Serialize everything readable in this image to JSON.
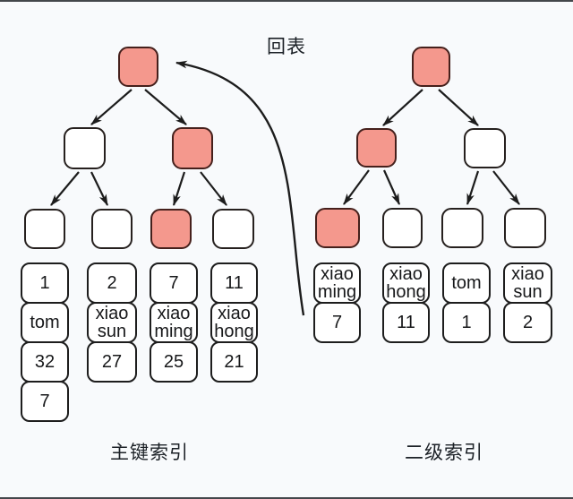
{
  "diagram": {
    "back_to_table_label": "回表",
    "type": "btree-index-comparison"
  },
  "colors": {
    "highlight_fill": "#f4988d",
    "node_border": "#26201e",
    "line": "#1c1c1c",
    "background": "#f8fafc"
  },
  "primary_index": {
    "label": "主键索引",
    "leaf_columns": [
      {
        "cells": [
          "1",
          "tom",
          "32",
          "7"
        ]
      },
      {
        "cells": [
          "2",
          "xiao\nsun",
          "27"
        ]
      },
      {
        "cells": [
          "7",
          "xiao\nming",
          "25"
        ]
      },
      {
        "cells": [
          "11",
          "xiao\nhong",
          "21"
        ]
      }
    ]
  },
  "secondary_index": {
    "label": "二级索引",
    "leaf_columns": [
      {
        "cells": [
          "xiao\nming",
          "7"
        ]
      },
      {
        "cells": [
          "xiao\nhong",
          "11"
        ]
      },
      {
        "cells": [
          "tom",
          "1"
        ]
      },
      {
        "cells": [
          "xiao\nsun",
          "2"
        ]
      }
    ]
  }
}
